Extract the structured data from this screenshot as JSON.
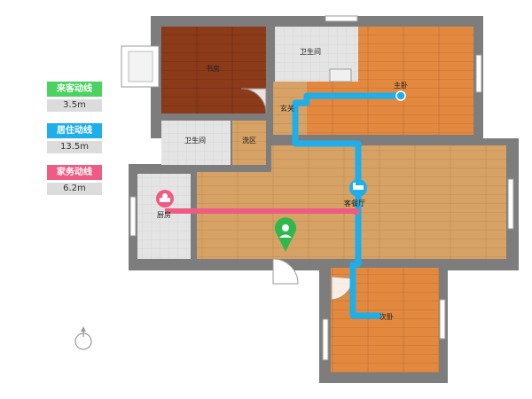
{
  "legend": [
    {
      "label": "来客动线",
      "value": "3.5m",
      "color": "#4cd260"
    },
    {
      "label": "居住动线",
      "value": "13.5m",
      "color": "#1eaeea"
    },
    {
      "label": "家务动线",
      "value": "6.2m",
      "color": "#ee5c84"
    }
  ],
  "rooms": {
    "study": "书房",
    "bath1": "卫生间",
    "master": "主卧",
    "entry": "玄关",
    "bath2": "卫生间",
    "wash": "洗区",
    "kitchen": "厨房",
    "living": "客餐厅",
    "bedroom2": "次卧"
  },
  "colors": {
    "wall": "#7d7d7d",
    "wood": "#e2893f",
    "dark_wood": "#8b3a1a",
    "floor": "#d6a266",
    "tile": "#e3e3e3",
    "guest_path": "#4cd260",
    "living_path": "#1eaeea",
    "chore_path": "#ee5c84"
  },
  "icons": [
    "compass-icon",
    "bed-icon",
    "person-icon",
    "cook-icon"
  ]
}
